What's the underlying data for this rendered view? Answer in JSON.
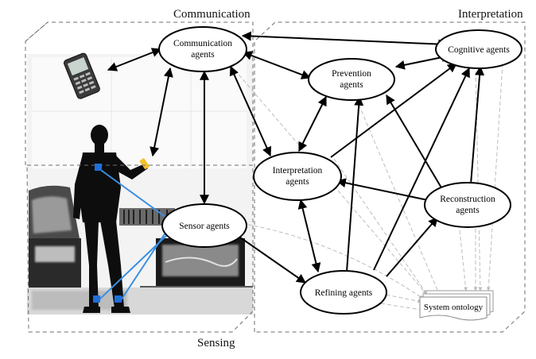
{
  "regions": {
    "communication": "Communication",
    "interpretation": "Interpretation",
    "sensing": "Sensing"
  },
  "nodes": {
    "communication_agents": [
      "Communication",
      "agents"
    ],
    "cognitive_agents": [
      "Cognitive agents"
    ],
    "prevention_agents": [
      "Prevention",
      "agents"
    ],
    "interpretation_agents": [
      "Interpretation",
      "agents"
    ],
    "reconstruction_agents": [
      "Reconstruction",
      "agents"
    ],
    "sensor_agents": [
      "Sensor agents"
    ],
    "refining_agents": [
      "Refining agents"
    ],
    "system_ontology": "System ontology"
  },
  "colors": {
    "edge": "#000000",
    "ontology_link": "#bdbdbd",
    "sensor_marker": "#1e6fd9",
    "body_link": "#3a8fe0",
    "device_accent": "#f2c230"
  }
}
